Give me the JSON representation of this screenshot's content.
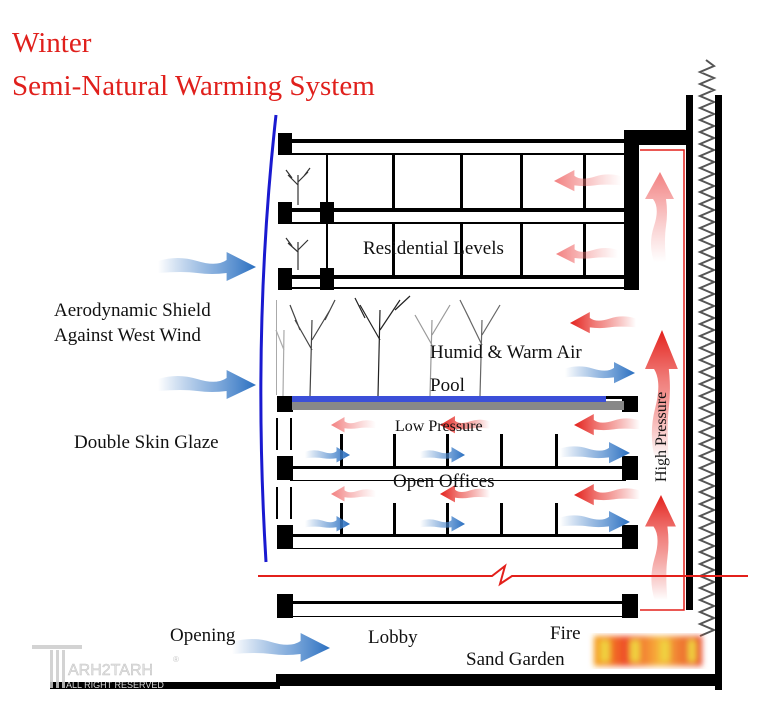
{
  "title": {
    "line1": "Winter",
    "line2": "Semi-Natural Warming System"
  },
  "labels": {
    "residential": "Residential Levels",
    "shield1": "Aerodynamic Shield",
    "shield2": "Against West Wind",
    "humid": "Humid & Warm Air",
    "pool": "Pool",
    "double_skin": "Double Skin Glaze",
    "low_pressure": "Low Pressure",
    "open_offices": "Open Offices",
    "high_pressure": "High Pressure",
    "opening": "Opening",
    "lobby": "Lobby",
    "fire": "Fire",
    "sand_garden": "Sand Garden"
  },
  "logo": {
    "name": "ARH2TARH",
    "reserved": "ALL RIGHT RESERVED",
    "mark": "®"
  },
  "colors": {
    "title": "#e0201c",
    "warm": "#e3201b",
    "cool": "#2a6fc0",
    "glass": "#1a1ad0",
    "pool": "#3b4fd8"
  }
}
